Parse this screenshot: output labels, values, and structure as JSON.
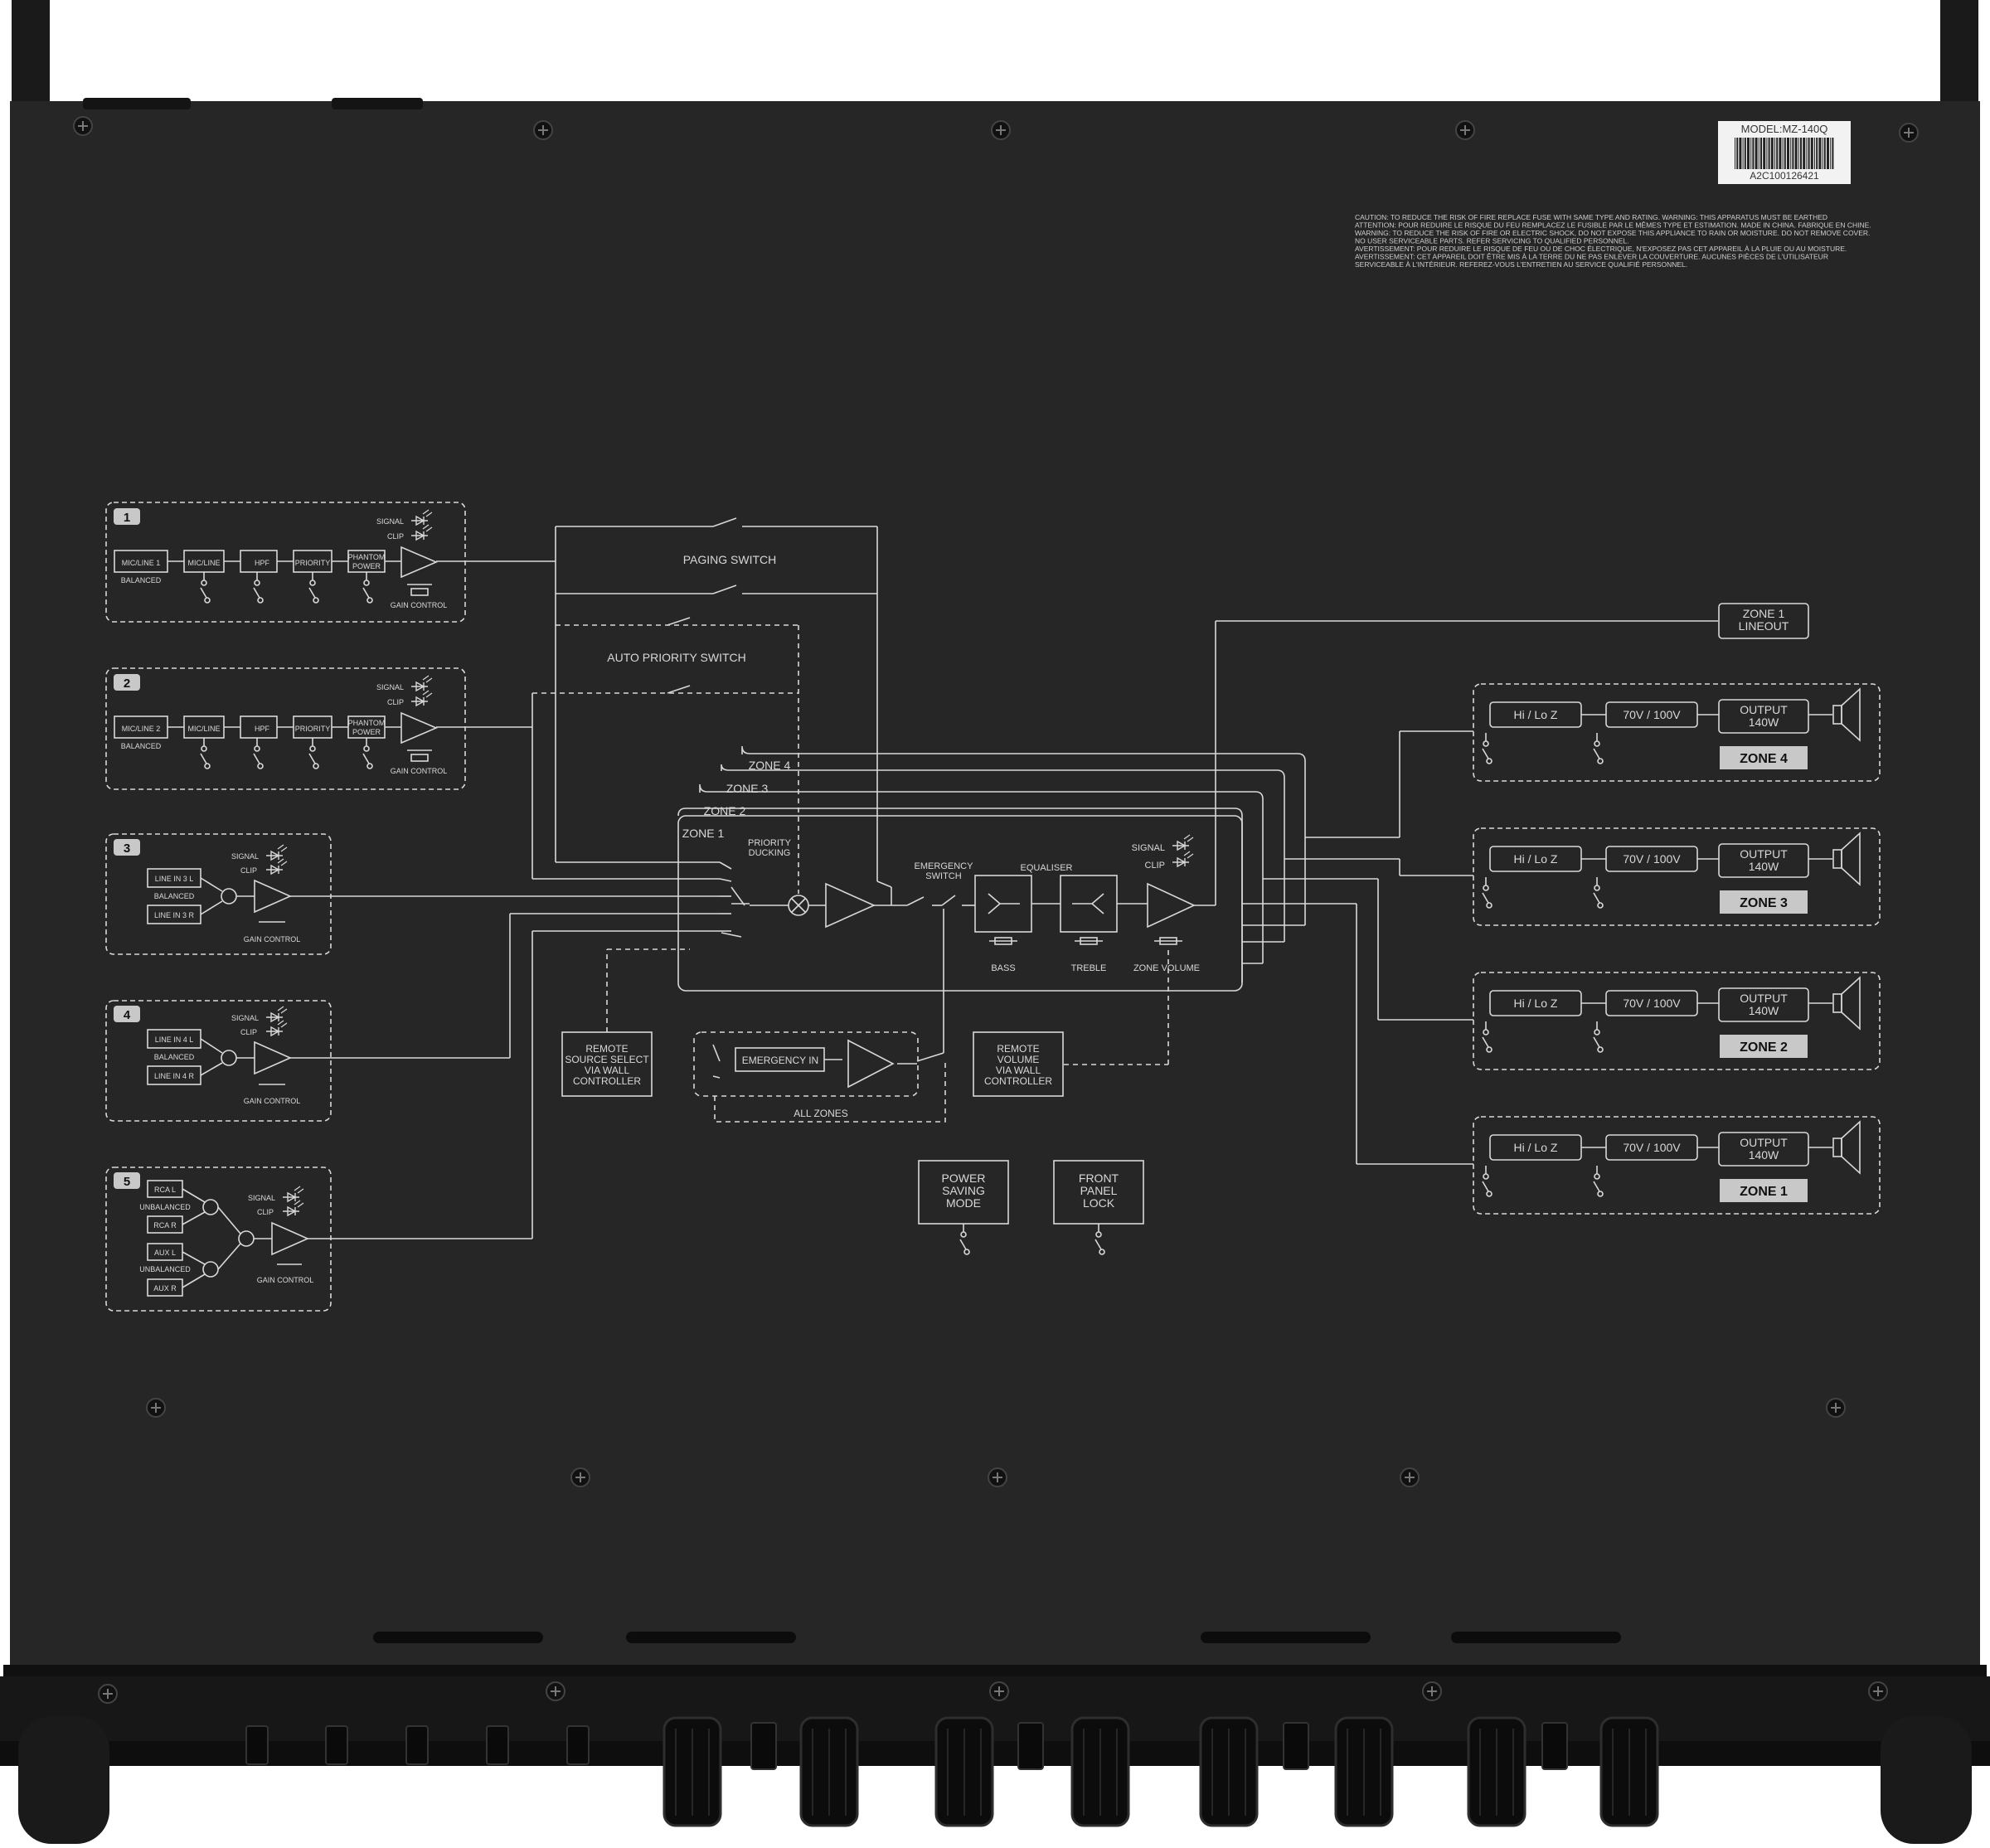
{
  "device": {
    "model_label": "MODEL:MZ-140Q",
    "barcode_text": "A2C100126421",
    "warning_lines": [
      "CAUTION: TO REDUCE THE RISK OF FIRE REPLACE FUSE WITH SAME TYPE AND RATING. WARNING: THIS APPARATUS MUST BE EARTHED",
      "ATTENTION: POUR REDUIRE LE RISQUE DU FEU REMPLACEZ LE FUSIBLE PAR LE MÊMES TYPE ET ESTIMATION. MADE IN CHINA. FABRIQUE EN CHINE.",
      "WARNING: TO REDUCE THE RISK OF FIRE OR ELECTRIC SHOCK, DO NOT EXPOSE THIS APPLIANCE TO RAIN OR MOISTURE. DO NOT REMOVE COVER.",
      "NO USER SERVICEABLE PARTS. REFER SERVICING TO QUALIFIED PERSONNEL.",
      "AVERTISSEMENT: POUR REDUIRE LE RISQUE DE FEU OU DE CHOC ÉLECTRIQUE, N'EXPOSEZ PAS CET APPAREIL À LA PLUIE OU AU MOISTURE.",
      "AVERTISSEMENT: CET APPAREIL DOIT ÊTRE MIS À LA TERRE DU NE PAS ENLEVER LA COUVERTURE. AUCUNES PIÈCES DE L'UTILISATEUR",
      "SERVICEABLE À L'INTÉRIEUR. REFEREZ-VOUS L'ENTRETIEN AU SERVICE QUALIFIÉ PERSONNEL."
    ]
  },
  "channels": {
    "ch1": {
      "num": "1",
      "input": "MIC/LINE 1",
      "input_note": "BALANCED",
      "b1": "MIC/LINE",
      "b2": "HPF",
      "b3": "PRIORITY",
      "b4a": "PHANTOM",
      "b4b": "POWER",
      "signal": "SIGNAL",
      "clip": "CLIP",
      "gain": "GAIN CONTROL"
    },
    "ch2": {
      "num": "2",
      "input": "MIC/LINE 2",
      "input_note": "BALANCED",
      "b1": "MIC/LINE",
      "b2": "HPF",
      "b3": "PRIORITY",
      "b4a": "PHANTOM",
      "b4b": "POWER",
      "signal": "SIGNAL",
      "clip": "CLIP",
      "gain": "GAIN CONTROL"
    },
    "ch3": {
      "num": "3",
      "in_l": "LINE IN 3 L",
      "note": "BALANCED",
      "in_r": "LINE IN 3 R",
      "signal": "SIGNAL",
      "clip": "CLIP",
      "gain": "GAIN CONTROL"
    },
    "ch4": {
      "num": "4",
      "in_l": "LINE IN 4 L",
      "note": "BALANCED",
      "in_r": "LINE IN 4 R",
      "signal": "SIGNAL",
      "clip": "CLIP",
      "gain": "GAIN CONTROL"
    },
    "ch5": {
      "num": "5",
      "rca_l": "RCA L",
      "note1": "UNBALANCED",
      "rca_r": "RCA R",
      "aux_l": "AUX L",
      "note2": "UNBALANCED",
      "aux_r": "AUX R",
      "signal": "SIGNAL",
      "clip": "CLIP",
      "gain": "GAIN CONTROL"
    }
  },
  "routing": {
    "paging_switch": "PAGING SWITCH",
    "auto_priority_switch": "AUTO PRIORITY SWITCH",
    "zone_tabs": [
      "ZONE 1",
      "ZONE 2",
      "ZONE 3",
      "ZONE 4"
    ],
    "priority_ducking_1": "PRIORITY",
    "priority_ducking_2": "DUCKING",
    "emergency_switch_1": "EMERGENCY",
    "emergency_switch_2": "SWITCH",
    "equaliser": "EQUALISER",
    "bass": "BASS",
    "treble": "TREBLE",
    "zone_volume": "ZONE VOLUME",
    "signal": "SIGNAL",
    "clip": "CLIP",
    "remote_source": [
      "REMOTE",
      "SOURCE SELECT",
      "VIA WALL",
      "CONTROLLER"
    ],
    "remote_volume": [
      "REMOTE",
      "VOLUME",
      "VIA WALL",
      "CONTROLLER"
    ],
    "emergency_in": "EMERGENCY IN",
    "all_zones": "ALL ZONES",
    "power_saving": [
      "POWER",
      "SAVING",
      "MODE"
    ],
    "front_panel_lock": [
      "FRONT",
      "PANEL",
      "LOCK"
    ]
  },
  "outputs": {
    "lineout": [
      "ZONE 1",
      "LINEOUT"
    ],
    "impedance": "Hi / Lo Z",
    "voltage": "70V / 100V",
    "output_1": "OUTPUT",
    "output_2": "140W",
    "zones": [
      "ZONE 4",
      "ZONE 3",
      "ZONE 2",
      "ZONE 1"
    ]
  },
  "colors": {
    "chassis": "#1e1e1e",
    "panel": "#2a2a2a",
    "line": "#d8d8d8",
    "zone_label_bg": "#c8c8c8"
  }
}
